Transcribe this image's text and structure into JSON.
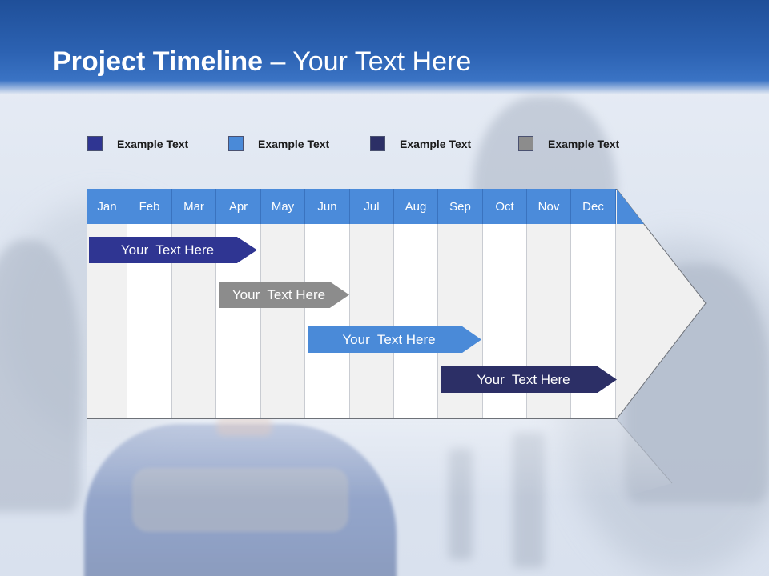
{
  "slide": {
    "title_bold": "Project Timeline",
    "title_rest": " – Your Text Here"
  },
  "legend": [
    {
      "label": "Example Text",
      "color": "#2f3592"
    },
    {
      "label": "Example Text",
      "color": "#4a8ad8"
    },
    {
      "label": "Example Text",
      "color": "#2c2f66"
    },
    {
      "label": "Example Text",
      "color": "#8c8c8c"
    }
  ],
  "months": [
    "Jan",
    "Feb",
    "Mar",
    "Apr",
    "May",
    "Jun",
    "Jul",
    "Aug",
    "Sep",
    "Oct",
    "Nov",
    "Dec"
  ],
  "tasks": [
    {
      "label": "Your  Text Here",
      "color": "#2f3592"
    },
    {
      "label": "Your  Text Here",
      "color": "#8c8c8c"
    },
    {
      "label": "Your  Text Here",
      "color": "#4a8ad8"
    },
    {
      "label": "Your  Text Here",
      "color": "#2c2f66"
    }
  ],
  "colors": {
    "header_blue": "#2c62b2",
    "month_header": "#4b8bda"
  }
}
